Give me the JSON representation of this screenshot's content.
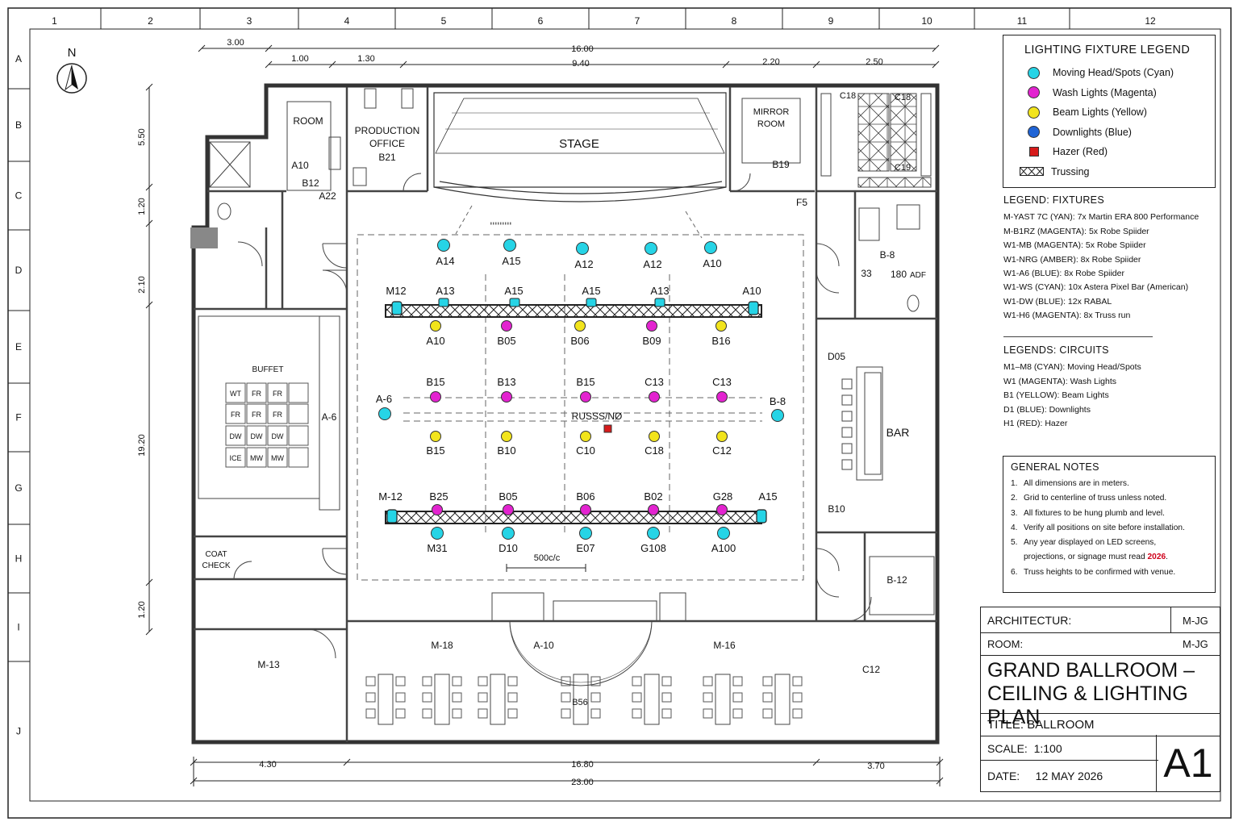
{
  "grid": {
    "columns": [
      "1",
      "2",
      "3",
      "4",
      "5",
      "6",
      "7",
      "8",
      "9",
      "10",
      "11",
      "12"
    ],
    "rows": [
      "A",
      "B",
      "C",
      "D",
      "E",
      "F",
      "G",
      "H",
      "I",
      "J"
    ]
  },
  "north": "N",
  "dimensions": {
    "top": [
      "3.00",
      "16.00",
      "1.00",
      "1.30",
      "9.40",
      "2.20",
      "2.50"
    ],
    "left": [
      "5.50",
      "1.20",
      "2.10",
      "19.20",
      "1.20"
    ],
    "bottom": [
      "4.30",
      "16.80",
      "3.70",
      "23.00"
    ]
  },
  "rooms": {
    "room": "ROOM",
    "room_tags": [
      "A10",
      "B12",
      "A22"
    ],
    "production": [
      "PRODUCTION",
      "OFFICE",
      "B21"
    ],
    "stage": "STAGE",
    "mirror": [
      "MIRROR",
      "ROOM",
      "B19"
    ],
    "store_tags": [
      "C18",
      "C18",
      "C19"
    ],
    "f5": "F5",
    "b8": "B-8",
    "n33": "33",
    "n180": "180",
    "adf": "ADF",
    "d05": "D05",
    "bar": "BAR",
    "b10": "B10",
    "b12": "B-12",
    "buffet": "BUFFET",
    "buffet_cells": [
      "WT",
      "FR",
      "FR",
      "FR",
      "FR",
      "FR",
      "DW",
      "DW",
      "DW",
      "ICE",
      "MW",
      "MW"
    ],
    "a6": "A-6",
    "coat": [
      "COAT",
      "CHECK"
    ],
    "m13": "M-13",
    "m18": "M-18",
    "a10b": "A-10",
    "m16": "M-16",
    "b56": "B56",
    "c12": "C12"
  },
  "fixtures": {
    "row1": [
      "A14",
      "A15",
      "A12",
      "A12",
      "A10"
    ],
    "truss1_top": [
      "M12",
      "A13",
      "A15",
      "A15",
      "A13",
      "A10"
    ],
    "row_under_truss1": [
      "A10",
      "B05",
      "B06",
      "B09",
      "B16"
    ],
    "row_mag": [
      "B15",
      "B13",
      "B15",
      "C13",
      "C13"
    ],
    "side": [
      "A-6",
      "B-8"
    ],
    "center_label": "RUSSS/NØ",
    "row_yel": [
      "B15",
      "B10",
      "C10",
      "C18",
      "C12"
    ],
    "truss2_top": [
      "M-12",
      "B25",
      "B05",
      "B06",
      "B02",
      "G28",
      "A15"
    ],
    "row_bottom": [
      "M31",
      "D10",
      "E07",
      "G108",
      "A100"
    ],
    "spacing": "500c/c"
  },
  "legend": {
    "title": "LIGHTING FIXTURE LEGEND",
    "items": [
      {
        "label": "Moving Head/Spots (Cyan)",
        "color": "#26d4e6"
      },
      {
        "label": "Wash Lights (Magenta)",
        "color": "#e323d0"
      },
      {
        "label": "Beam Lights (Yellow)",
        "color": "#f2e41c"
      },
      {
        "label": "Downlights (Blue)",
        "color": "#1f64d6"
      },
      {
        "label": "Hazer (Red)",
        "color": "#d71b1b"
      },
      {
        "label": "Trussing"
      }
    ]
  },
  "fixtures_legend": {
    "title": "LEGEND: FIXTURES",
    "lines": [
      "M-YAST 7C (YAN): 7x Martin ERA 800 Performance",
      "M-B1RZ (MAGENTA): 5x Robe Spiider",
      "W1-MB (MAGENTA): 5x Robe Spiider",
      "W1-NRG (AMBER): 8x Robe Spiider",
      "W1-A6 (BLUE): 8x Robe Spiider",
      "W1-WS (CYAN): 10x Astera Pixel Bar (American)",
      "W1-DW (BLUE): 12x RABAL",
      "W1-H6 (MAGENTA): 8x Truss run"
    ]
  },
  "circuits": {
    "title": "LEGENDS: CIRCUITS",
    "lines": [
      "M1–M8 (CYAN): Moving Head/Spots",
      "W1 (MAGENTA): Wash Lights",
      "B1 (YELLOW): Beam Lights",
      "D1 (BLUE): Downlights",
      "H1 (RED): Hazer"
    ]
  },
  "notes": {
    "title": "GENERAL NOTES",
    "n1": "All dimensions are in meters.",
    "n2": "Grid to centerline of truss unless noted.",
    "n3": "All fixtures to be hung plumb and level.",
    "n4": "Verify all positions on site before installation.",
    "n5a": "Any year displayed on LED screens,",
    "n5b": "projections, or signage must read",
    "n5year": "2026",
    "n6": "Truss heights to be confirmed with venue."
  },
  "title_block": {
    "architect_label": "ARCHITECTUR:",
    "architect_value": "M-JG",
    "room_label": "ROOM:",
    "room_value": "M-JG",
    "title1": "GRAND BALLROOM –",
    "title2": "CEILING & LIGHTING PLAN",
    "title_label": "TITLE:",
    "title_value": "BALLROOM",
    "scale_label": "SCALE:",
    "scale_value": "1:100",
    "date_label": "DATE:",
    "date_value": "12 MAY 2026",
    "sheet": "A1"
  },
  "colors": {
    "cyan": "#26d4e6",
    "magenta": "#e323d0",
    "yellow": "#f2e41c",
    "blue": "#1f64d6",
    "red": "#d71b1b",
    "line": "#222222"
  }
}
